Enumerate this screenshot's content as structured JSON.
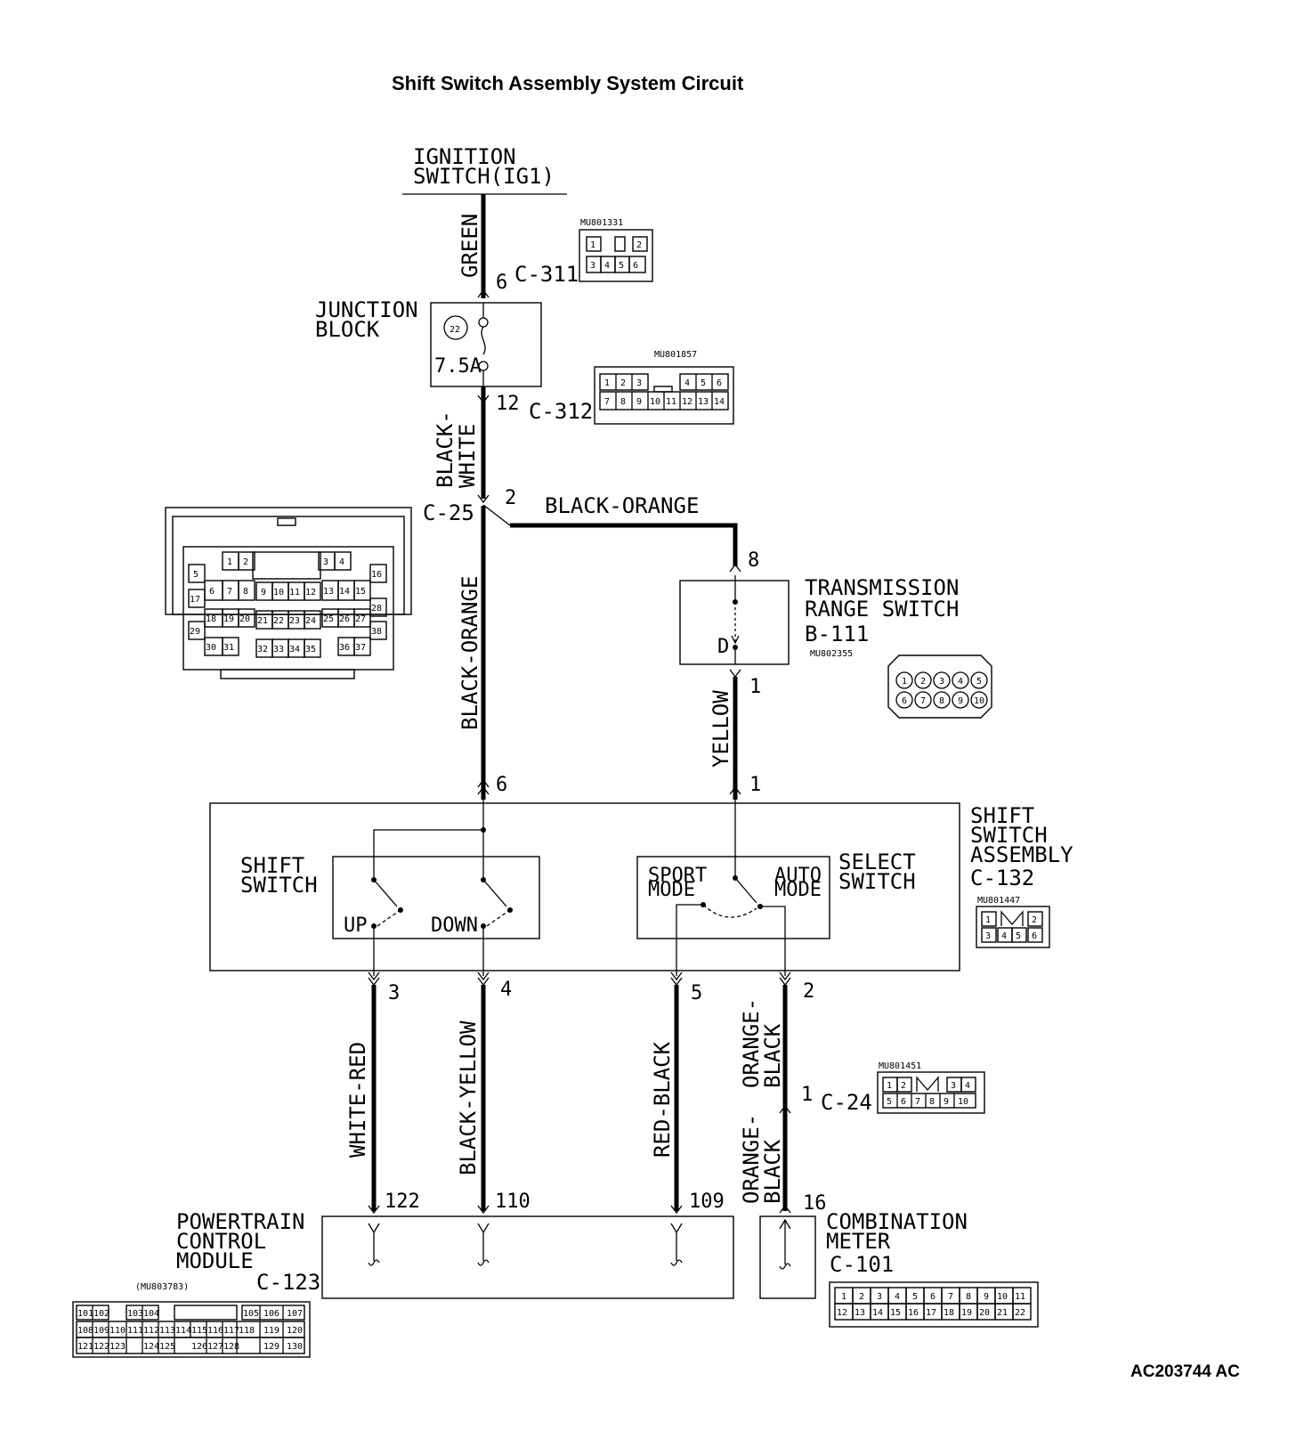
{
  "title": "Shift Switch Assembly System Circuit",
  "reference": "AC203744 AC",
  "ignition": {
    "line1": "IGNITION",
    "line2": "SWITCH(IG1)"
  },
  "junction_block": {
    "line1": "JUNCTION",
    "line2": "BLOCK",
    "fuse_number": "22",
    "fuse_rating": "7.5A"
  },
  "connectors": {
    "c311": {
      "name": "C-311",
      "pin": "6",
      "part": "MU801331",
      "cells": [
        "1",
        "2",
        "3",
        "4",
        "5",
        "6"
      ]
    },
    "c312": {
      "name": "C-312",
      "pin": "12",
      "part": "MU801857",
      "cells": [
        "1",
        "2",
        "3",
        "4",
        "5",
        "6",
        "7",
        "8",
        "9",
        "10",
        "11",
        "12",
        "13",
        "14"
      ]
    },
    "c25": {
      "name": "C-25",
      "pin": "2",
      "cells": [
        "1",
        "2",
        "3",
        "4",
        "5",
        "6",
        "7",
        "8",
        "9",
        "10",
        "11",
        "12",
        "13",
        "14",
        "15",
        "16",
        "17",
        "18",
        "19",
        "20",
        "21",
        "22",
        "23",
        "24",
        "25",
        "26",
        "27",
        "28",
        "29",
        "30",
        "31",
        "32",
        "33",
        "34",
        "35",
        "36",
        "37",
        "38"
      ]
    },
    "c24": {
      "name": "C-24",
      "pin": "1",
      "part": "MU801451",
      "cells": [
        "1",
        "2",
        "3",
        "4",
        "5",
        "6",
        "7",
        "8",
        "9",
        "10"
      ]
    },
    "c132": {
      "part": "MU801447",
      "cells": [
        "1",
        "2",
        "3",
        "4",
        "5",
        "6"
      ]
    },
    "b111": {
      "part": "MU802355",
      "cells": [
        "1",
        "2",
        "3",
        "4",
        "5",
        "6",
        "7",
        "8",
        "9",
        "10"
      ]
    },
    "c123": {
      "part": "(MU803783)",
      "cells": [
        "101",
        "102",
        "103",
        "104",
        "105",
        "106",
        "107",
        "108",
        "109",
        "110",
        "111",
        "112",
        "113",
        "114",
        "115",
        "116",
        "117",
        "118",
        "119",
        "120",
        "121",
        "122",
        "123",
        "124",
        "125",
        "126",
        "127",
        "128",
        "129",
        "130"
      ]
    },
    "c101": {
      "cells": [
        "1",
        "2",
        "3",
        "4",
        "5",
        "6",
        "7",
        "8",
        "9",
        "10",
        "11",
        "12",
        "13",
        "14",
        "15",
        "16",
        "17",
        "18",
        "19",
        "20",
        "21",
        "22"
      ]
    }
  },
  "wires": {
    "green": "GREEN",
    "black_white_1": "BLACK-",
    "black_white_2": "WHITE",
    "black_orange_h": "BLACK-ORANGE",
    "black_orange_v": "BLACK-ORANGE",
    "yellow": "YELLOW",
    "white_red": "WHITE-RED",
    "black_yellow": "BLACK-YELLOW",
    "red_black": "RED-BLACK",
    "orange_black_1": "ORANGE-",
    "orange_black_2": "BLACK"
  },
  "transmission_range_switch": {
    "line1": "TRANSMISSION",
    "line2": "RANGE SWITCH",
    "connector": "B-111",
    "pin_in": "8",
    "pin_out": "1",
    "contact": "D"
  },
  "shift_switch_assembly": {
    "line1": "SHIFT",
    "line2": "SWITCH",
    "line3": "ASSEMBLY",
    "connector": "C-132",
    "pin_in_left": "6",
    "pin_in_right": "1"
  },
  "shift_switch": {
    "line1": "SHIFT",
    "line2": "SWITCH",
    "up": "UP",
    "down": "DOWN"
  },
  "select_switch": {
    "line1": "SELECT",
    "line2": "SWITCH",
    "sport_1": "SPORT",
    "sport_2": "MODE",
    "auto_1": "AUTO",
    "auto_2": "MODE"
  },
  "bottom_pins": {
    "p3": "3",
    "p4": "4",
    "p5": "5",
    "p2": "2",
    "p122": "122",
    "p110": "110",
    "p109": "109",
    "p16": "16"
  },
  "pcm": {
    "line1": "POWERTRAIN",
    "line2": "CONTROL",
    "line3": "MODULE",
    "connector": "C-123"
  },
  "combination_meter": {
    "line1": "COMBINATION",
    "line2": "METER",
    "connector": "C-101"
  }
}
